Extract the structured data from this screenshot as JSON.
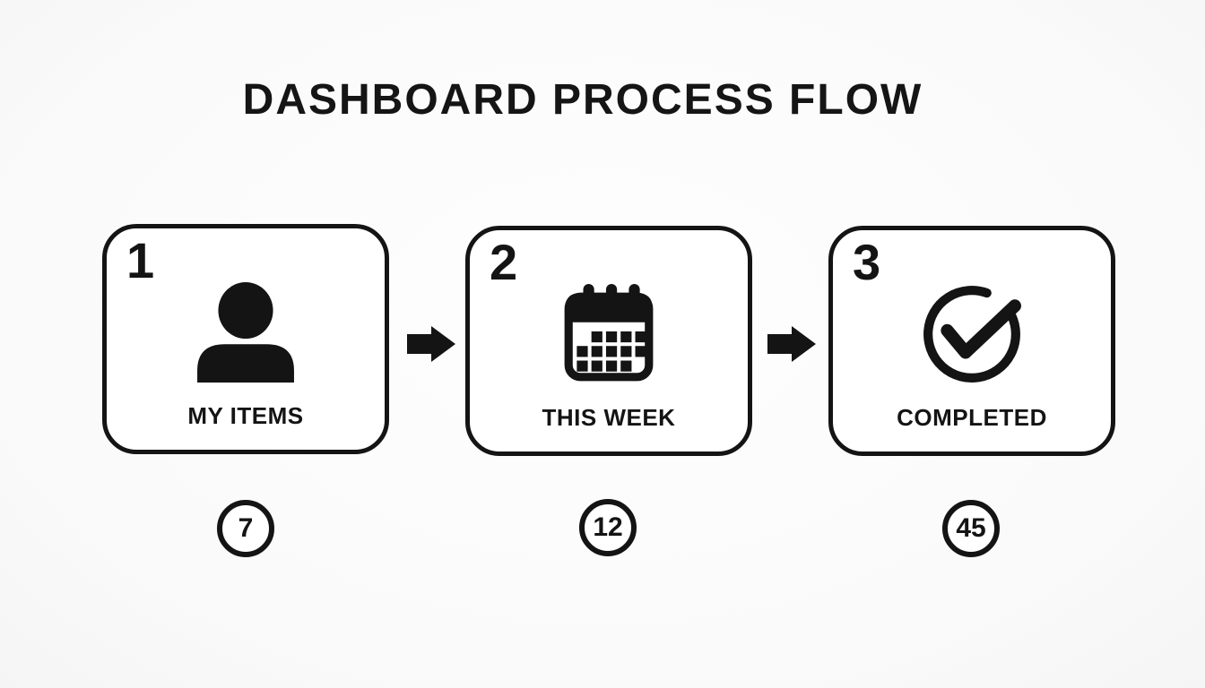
{
  "title": "DASHBOARD PROCESS FLOW",
  "colors": {
    "ink": "#141414",
    "background": "#fafafa",
    "card_background": "#ffffff"
  },
  "steps": [
    {
      "number": "1",
      "label": "MY ITEMS",
      "icon": "person-icon",
      "badge_count": "7"
    },
    {
      "number": "2",
      "label": "THIS WEEK",
      "icon": "calendar-icon",
      "badge_count": "12"
    },
    {
      "number": "3",
      "label": "COMPLETED",
      "icon": "check-circle-icon",
      "badge_count": "45"
    }
  ],
  "connectors": [
    {
      "icon": "arrow-right-icon",
      "from": "MY ITEMS",
      "to": "THIS WEEK"
    },
    {
      "icon": "arrow-right-icon",
      "from": "THIS WEEK",
      "to": "COMPLETED"
    }
  ]
}
